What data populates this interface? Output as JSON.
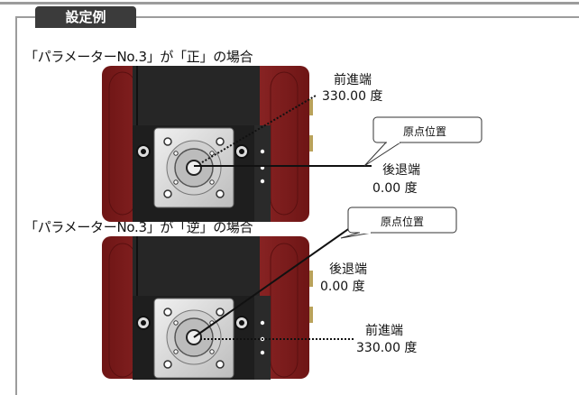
{
  "section_tab": "設定例",
  "example_1": {
    "caption": "「パラメーターNo.3」が「正」の場合",
    "forward_end_label": "前進端",
    "forward_end_value": "330.00 度",
    "origin_callout": "原点位置",
    "backward_end_label": "後退端",
    "backward_end_value": "0.00 度"
  },
  "example_2": {
    "caption": "「パラメーターNo.3」が「逆」の場合",
    "origin_callout": "原点位置",
    "backward_end_label": "後退端",
    "backward_end_value": "0.00 度",
    "forward_end_label": "前進端",
    "forward_end_value": "330.00 度"
  },
  "colors": {
    "housing_red": "#8b2323",
    "housing_dark": "#2a2a2a",
    "flange_gray": "#d9d9d9",
    "frame_gray": "#9c9c9c"
  }
}
